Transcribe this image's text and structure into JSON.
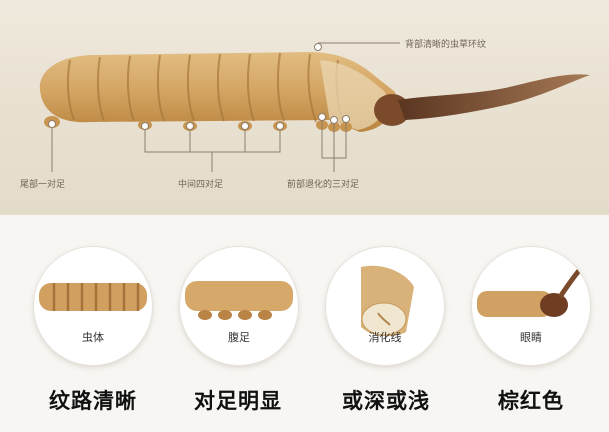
{
  "top": {
    "label_back_ring": "背部清晰的虫草环纹",
    "label_tail": "尾部一对足",
    "label_middle": "中间四对足",
    "label_front": "前部退化的三对足"
  },
  "features": [
    {
      "circle_label": "虫体",
      "caption": "纹路清晰"
    },
    {
      "circle_label": "腹足",
      "caption": "对足明显"
    },
    {
      "circle_label": "消化线",
      "caption": "或深或浅"
    },
    {
      "circle_label": "眼睛",
      "caption": "棕红色"
    }
  ],
  "colors": {
    "body": "#d4a767",
    "body_dark": "#b07d3c",
    "head": "#7a4a2a",
    "stroma": "#8a5a3a"
  }
}
